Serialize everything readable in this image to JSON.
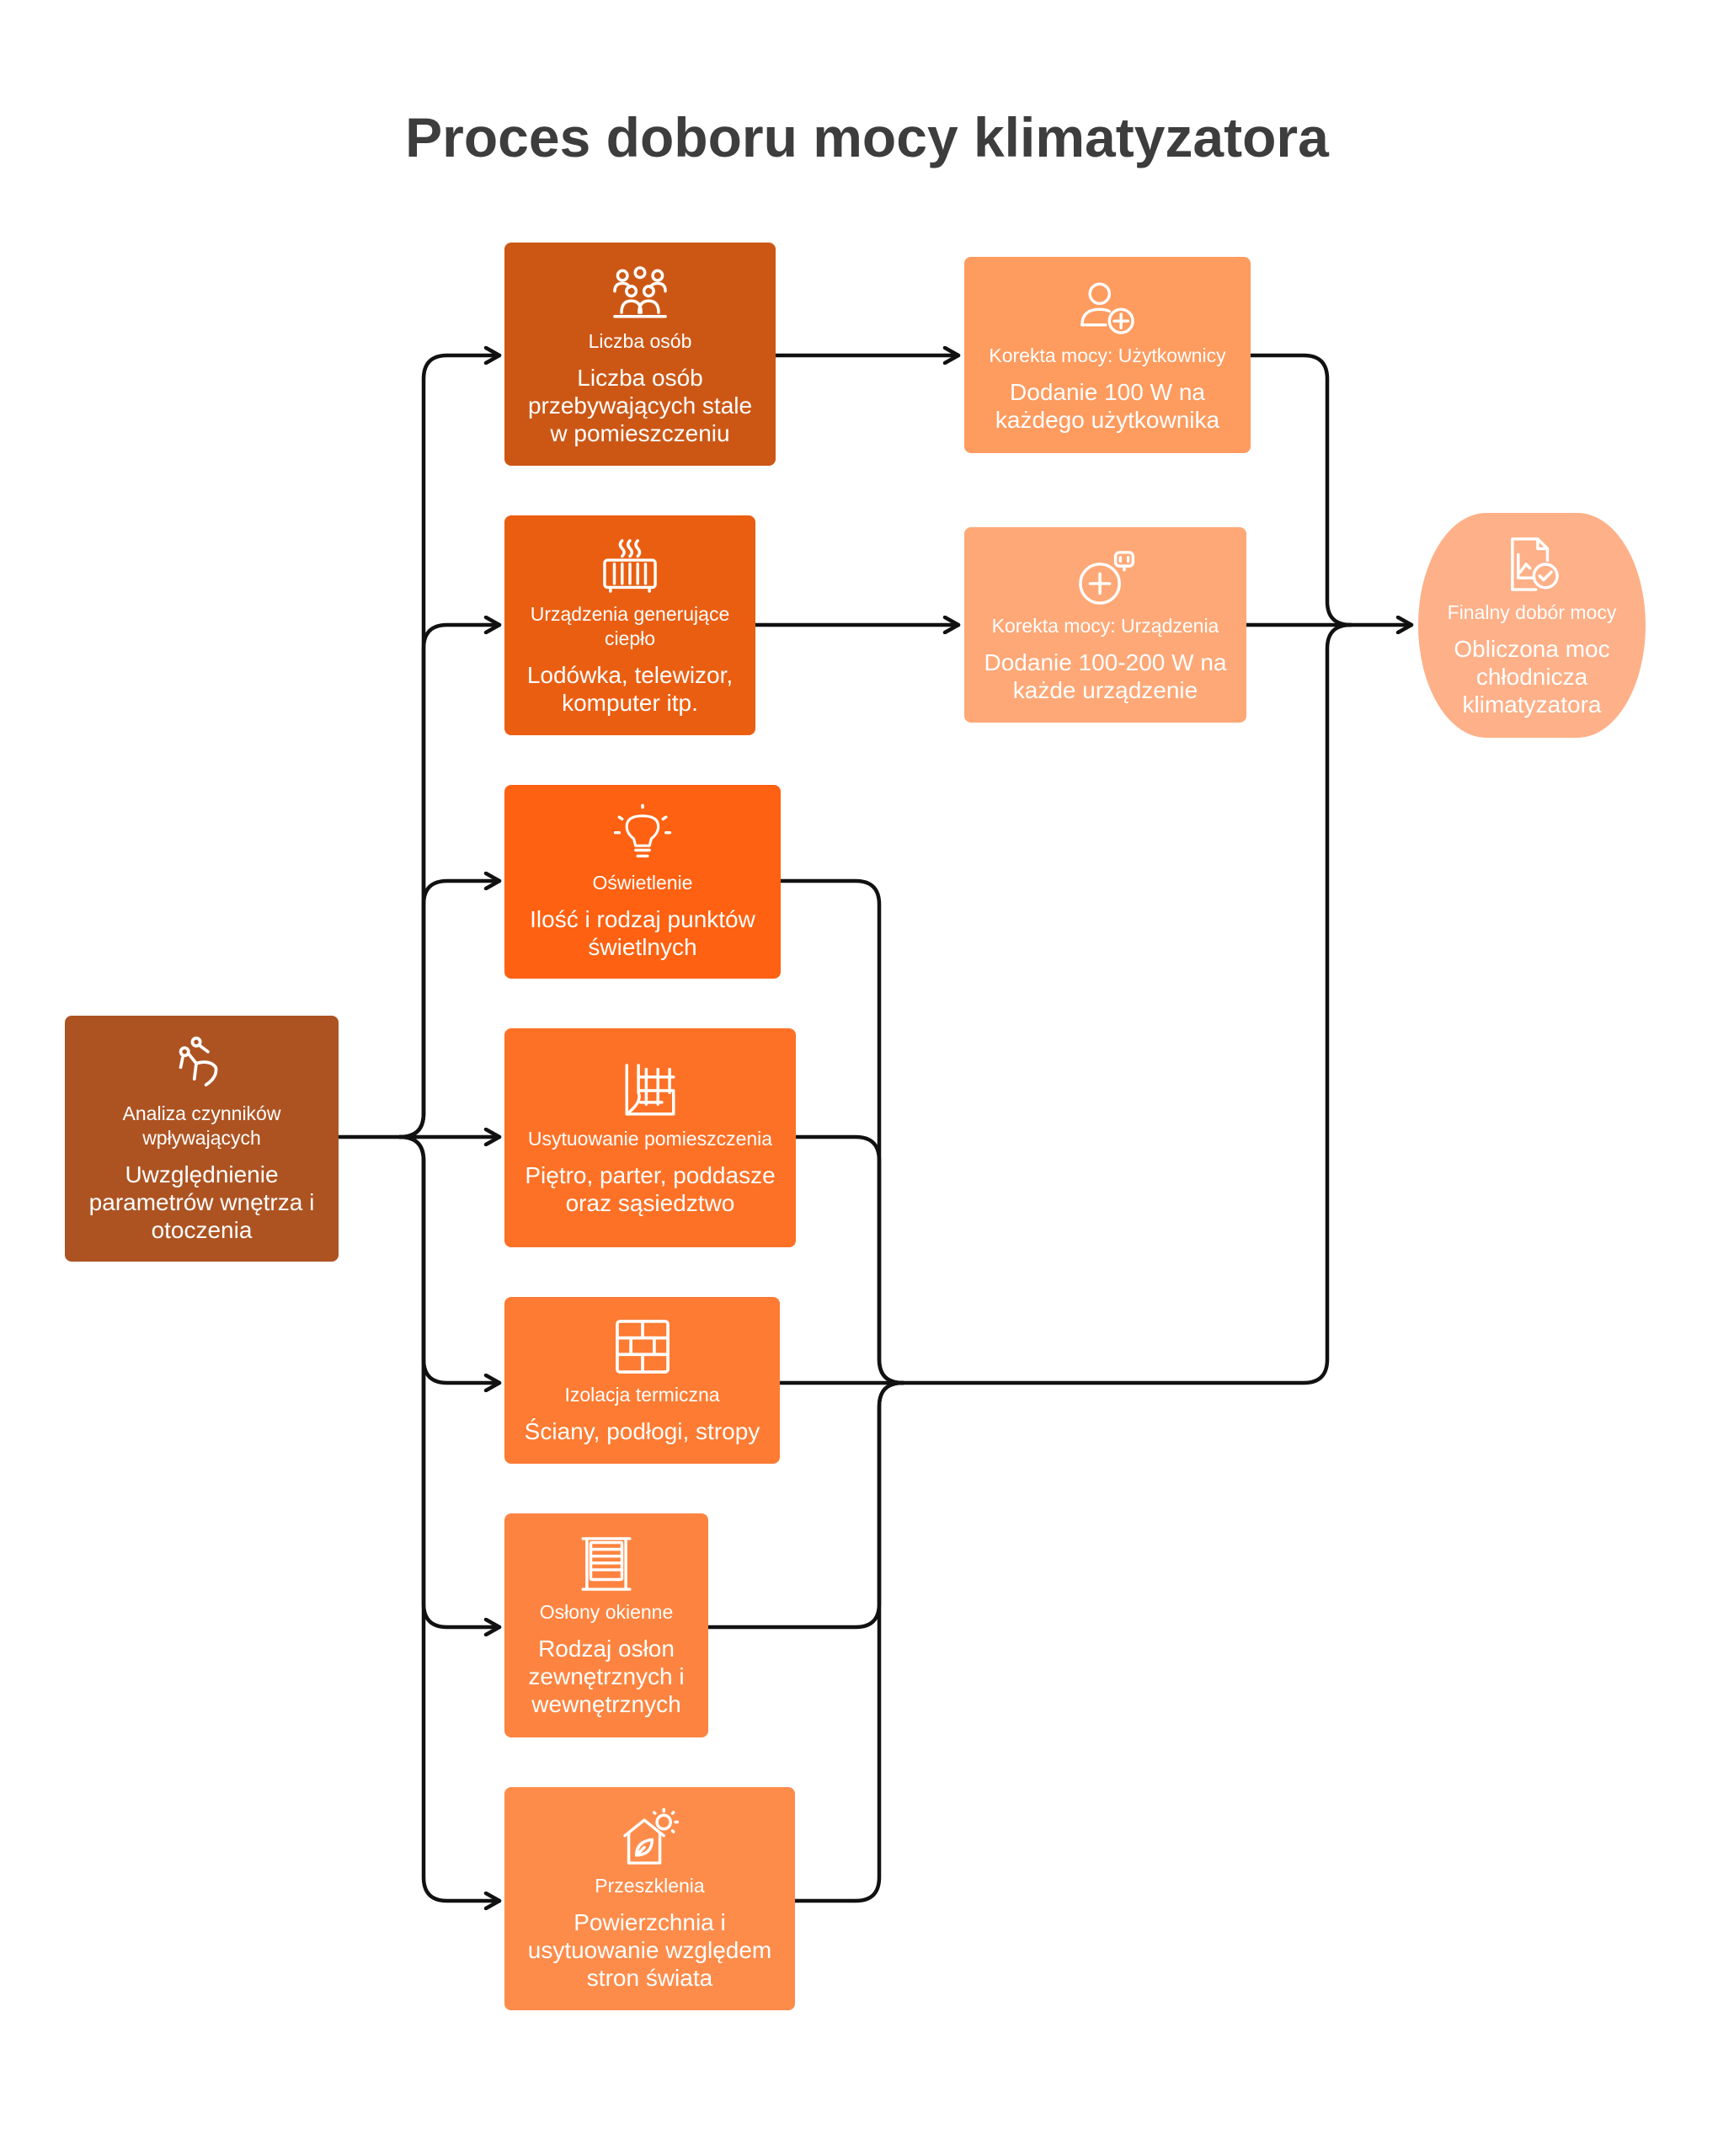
{
  "title": "Proces doboru mocy klimatyzatora",
  "start": {
    "label": "Analiza czynników wpływających",
    "desc": "Uwzględnienie parametrów wnętrza i otoczenia",
    "icon": "analysis-icon"
  },
  "factors": [
    {
      "label": "Liczba osób",
      "desc": "Liczba osób przebywających stale w pomieszczeniu",
      "icon": "people-group-icon"
    },
    {
      "label": "Urządzenia generujące ciepło",
      "desc": "Lodówka, telewizor, komputer itp.",
      "icon": "heater-icon"
    },
    {
      "label": "Oświetlenie",
      "desc": "Ilość i rodzaj punktów świetlnych",
      "icon": "lightbulb-icon"
    },
    {
      "label": "Usytuowanie pomieszczenia",
      "desc": "Piętro, parter, poddasze oraz sąsiedztwo",
      "icon": "floor-plan-icon"
    },
    {
      "label": "Izolacja termiczna",
      "desc": "Ściany, podłogi, stropy",
      "icon": "wall-icon"
    },
    {
      "label": "Osłony okienne",
      "desc": "Rodzaj osłon zewnętrznych i wewnętrznych",
      "icon": "window-blind-icon"
    },
    {
      "label": "Przeszklenia",
      "desc": "Powierzchnia i usytuowanie względem stron świata",
      "icon": "sun-house-icon"
    }
  ],
  "corrections": [
    {
      "label": "Korekta mocy: Użytkownicy",
      "desc": "Dodanie 100 W na każdego użytkownika",
      "icon": "user-plus-icon"
    },
    {
      "label": "Korekta mocy: Urządzenia",
      "desc": "Dodanie 100-200 W na każde urządzenie",
      "icon": "device-plus-icon"
    }
  ],
  "final": {
    "label": "Finalny dobór mocy",
    "desc": "Obliczona moc chłodnicza klimatyzatora",
    "icon": "document-check-icon"
  },
  "colors": {
    "start": "#ad5322",
    "factor_1": "#cc5715",
    "factor_2": "#ea5e12",
    "factor_3": "#fd6111",
    "factor_4": "#fd7127",
    "factor_5": "#fd7b32",
    "factor_6": "#fd8440",
    "factor_7": "#fd8c4b",
    "correction_1": "#fe9b5f",
    "correction_2": "#fea877",
    "final": "#feb088",
    "connector": "#111111"
  }
}
